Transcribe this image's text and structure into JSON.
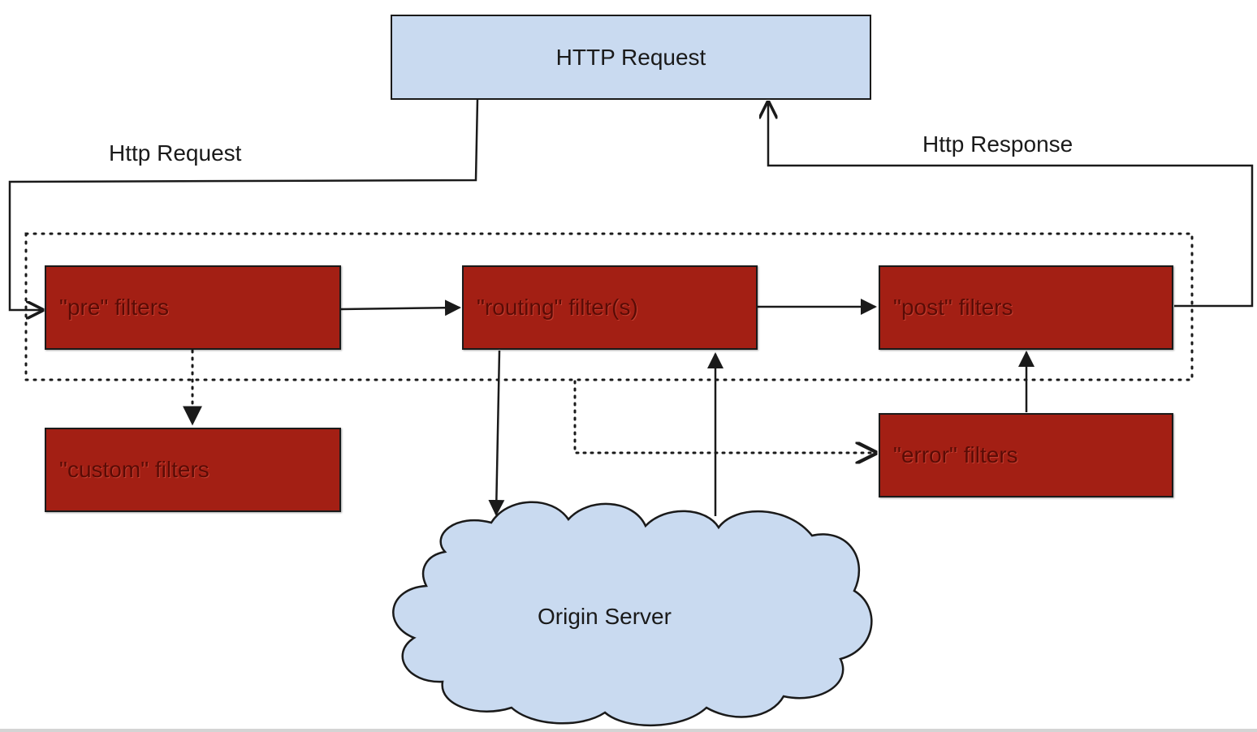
{
  "diagram": {
    "top_box": {
      "label": "HTTP Request"
    },
    "left_edge_label": "Http Request",
    "right_edge_label": "Http Response",
    "filters": {
      "pre": "\"pre\" filters",
      "routing": "\"routing\" filter(s)",
      "post": "\"post\" filters",
      "custom": "\"custom\" filters",
      "error": "\"error\" filters"
    },
    "origin": {
      "label": "Origin Server"
    }
  },
  "colors": {
    "request_box_fill": "#c9daf0",
    "filter_box_fill": "#a31f14",
    "cloud_fill": "#c9daf0",
    "line": "#1a1a1a"
  }
}
